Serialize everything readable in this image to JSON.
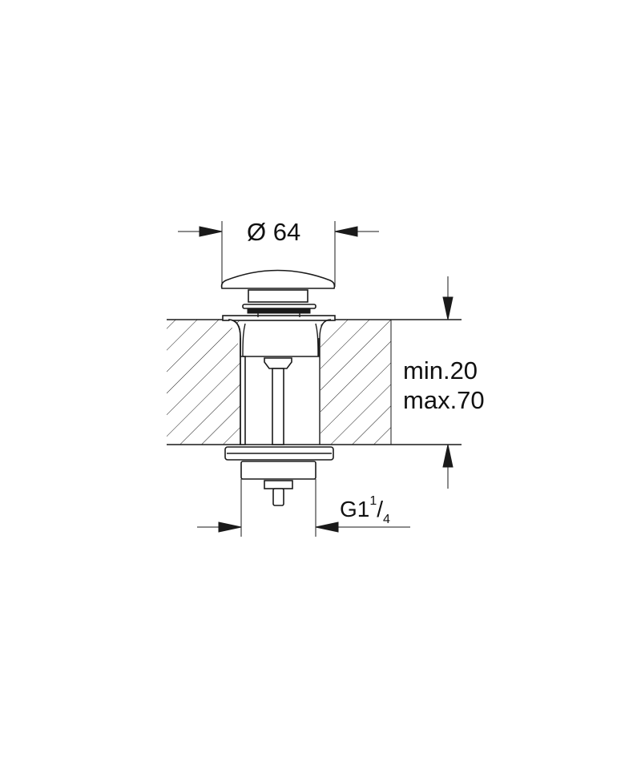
{
  "drawing": {
    "type": "technical dimension drawing",
    "subject": "push-open basin waste valve installed in countertop",
    "colors": {
      "line": "#1a1a1a",
      "background": "#ffffff"
    }
  },
  "dimensions": {
    "diameter": {
      "symbol": "Ø",
      "value": "64",
      "label": "Ø 64"
    },
    "countertop_thickness": {
      "min_label": "min.20",
      "max_label": "max.70"
    },
    "thread": {
      "prefix": "G1",
      "numerator": "1",
      "slash": "/",
      "denominator": "4",
      "label": "G1 1/4"
    }
  }
}
